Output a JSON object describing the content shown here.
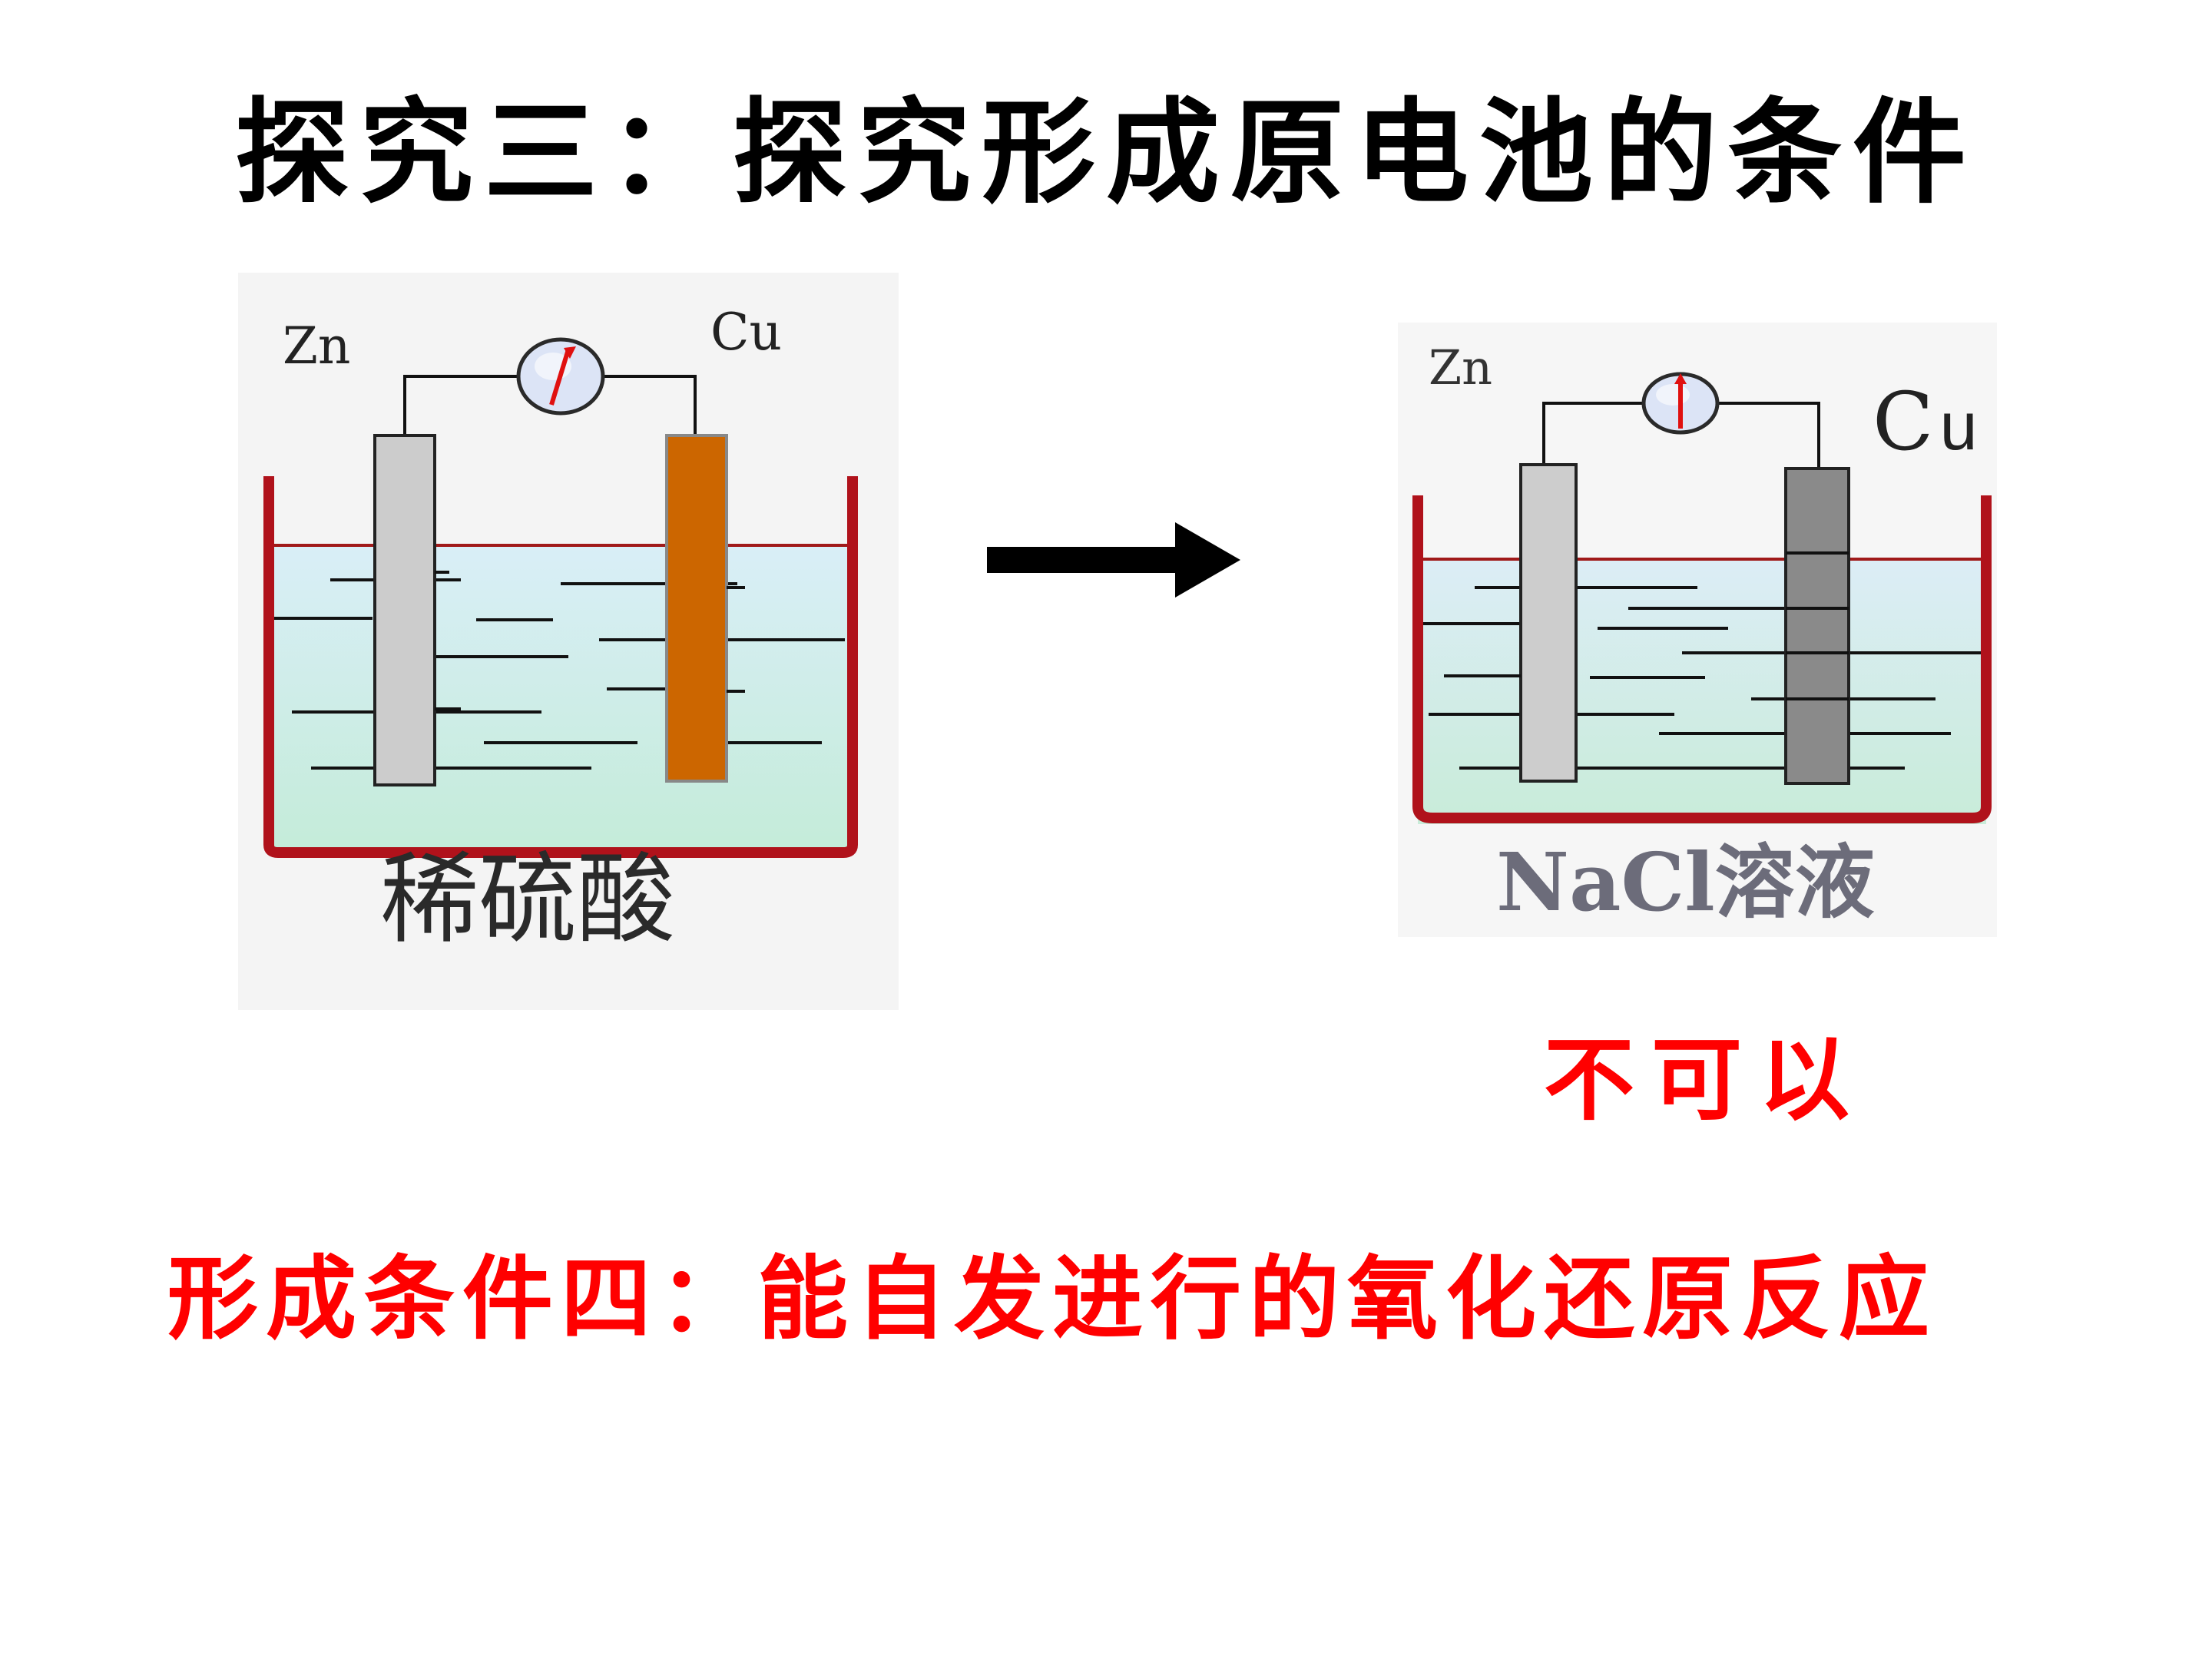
{
  "slide": {
    "title": "探究三：探究形成原电池的条件",
    "left_cell": {
      "anode_label": "Zn",
      "cathode_label": "Cu",
      "solution_label": "稀硫酸",
      "meter_icon": "galvanometer-deflected-icon"
    },
    "arrow_icon": "right-arrow-icon",
    "right_cell": {
      "anode_label": "Zn",
      "cathode_label_main": "C",
      "cathode_label_tail": "u",
      "solution_label": "NaCl溶液",
      "meter_icon": "galvanometer-zero-icon"
    },
    "result": "不可以",
    "conclusion": "形成条件四：能自发进行的氧化还原反应"
  },
  "colors": {
    "title": "#000000",
    "highlight": "#ff0000",
    "beaker": "#b0121b",
    "zinc": "#cccccc",
    "copper": "#cc6600",
    "dark_electrode": "#8a8a8a"
  }
}
